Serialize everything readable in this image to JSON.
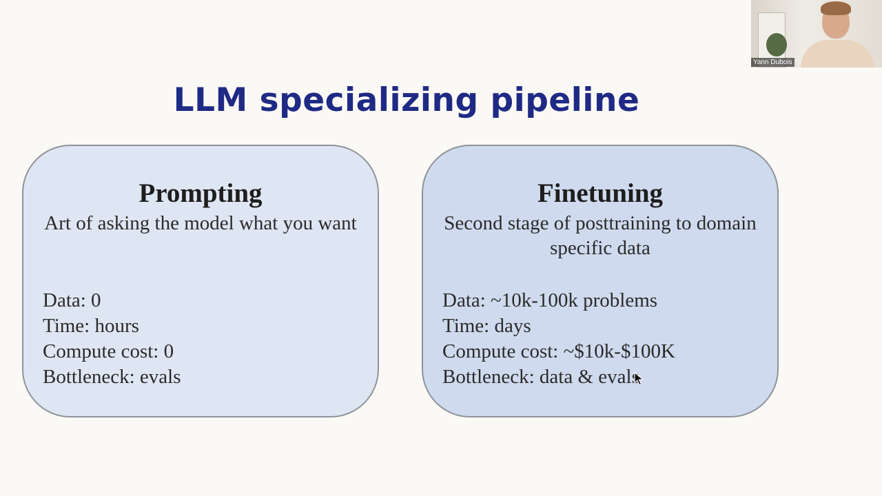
{
  "slide": {
    "title": "LLM specializing pipeline",
    "cards": [
      {
        "heading": "Prompting",
        "subtitle": "Art of asking the model what you want",
        "facts": [
          "Data: 0",
          "Time: hours",
          "Compute cost: 0",
          "Bottleneck: evals"
        ]
      },
      {
        "heading": "Finetuning",
        "subtitle": "Second stage of posttraining to domain specific data",
        "facts": [
          "Data: ~10k-100k problems",
          "Time: days",
          "Compute cost: ~$10k-$100K",
          "Bottleneck: data & evals"
        ]
      }
    ]
  },
  "webcam": {
    "participant_name": "Yann Dubois"
  },
  "colors": {
    "title": "#1f2a85",
    "background": "#fbf9f5",
    "card_left": "#dfe6f3",
    "card_right": "#cfdaee"
  },
  "icons": {
    "cursor": "mouse-pointer-icon"
  }
}
